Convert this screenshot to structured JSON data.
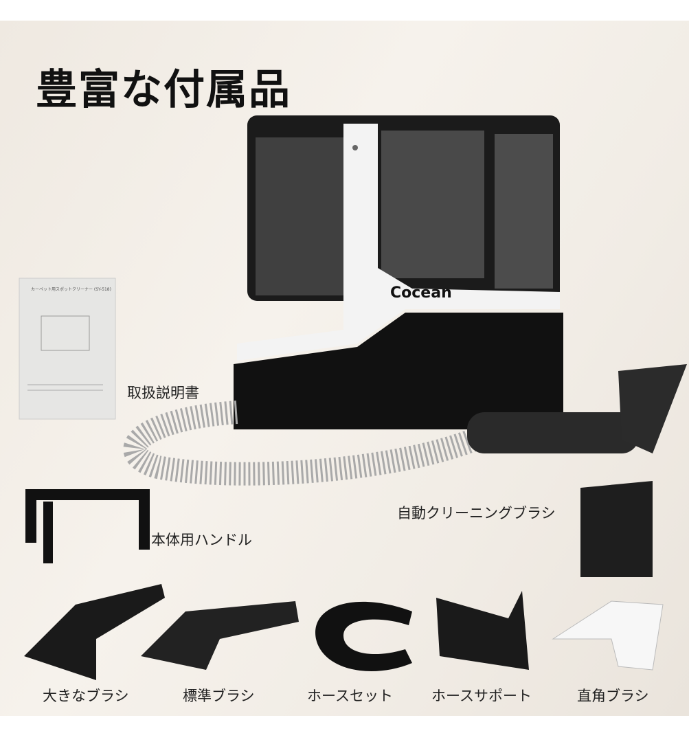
{
  "title": "豊富な付属品",
  "brand": "Cocean",
  "accessories": [
    {
      "label": "取扱説明書",
      "icon": "manual-icon"
    },
    {
      "label": "本体用ハンドル",
      "icon": "handle-icon"
    },
    {
      "label": "自動クリーニングブラシ",
      "icon": "self-cleaning-brush-icon"
    },
    {
      "label": "大きなブラシ",
      "icon": "large-brush-icon"
    },
    {
      "label": "標準ブラシ",
      "icon": "standard-brush-icon"
    },
    {
      "label": "ホースセット",
      "icon": "hose-set-icon"
    },
    {
      "label": "ホースサポート",
      "icon": "hose-support-icon"
    },
    {
      "label": "直角ブラシ",
      "icon": "right-angle-brush-icon"
    }
  ],
  "manual_text": "カーペット用スポットクリーナー (SY-518)"
}
